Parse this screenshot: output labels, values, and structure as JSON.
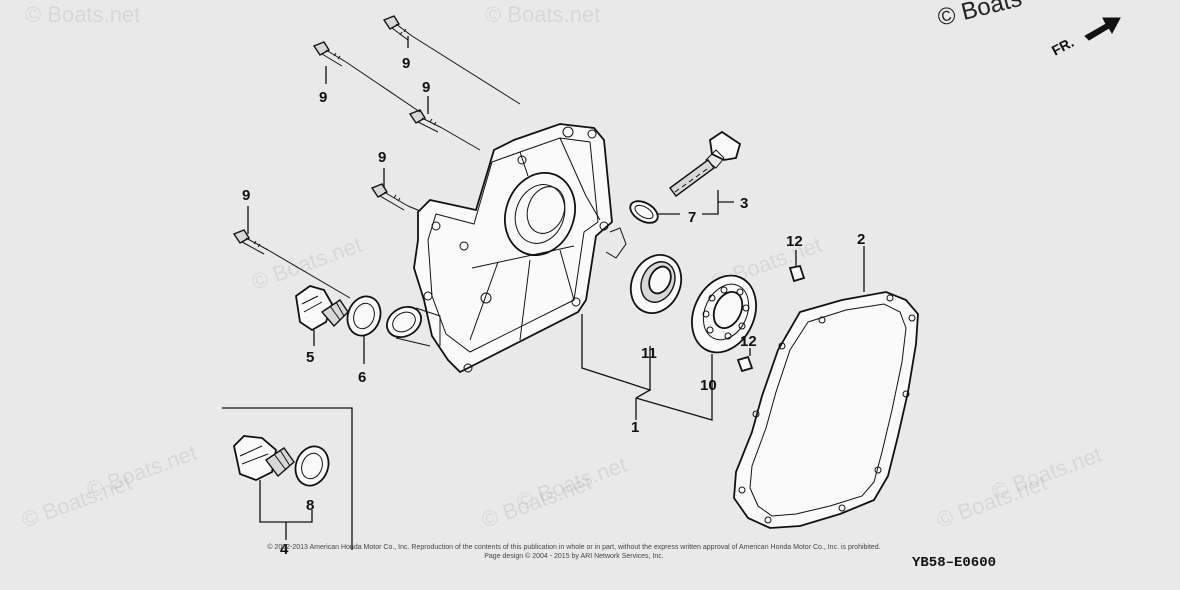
{
  "watermarks": [
    "© Boats.net",
    "© Boats.net",
    "© Boats.net",
    "© Boats.net",
    "© Boats.net",
    "© Boats.net",
    "© Boats.net",
    "© Boats.net",
    "© Boats.net",
    "© Boats.net"
  ],
  "corner_watermark": "© Boats",
  "direction_label": "FR.",
  "diagram_code": "YB58–E0600",
  "copyright_lines": [
    "© 2002-2013 American Honda Motor Co., Inc. Reproduction of the contents of this publication in whole or in part, without the express written approval of American Honda Motor Co., Inc. is prohibited.",
    "Page design © 2004 - 2015 by ARI Network Services, Inc."
  ],
  "callouts": {
    "c1": "1",
    "c2": "2",
    "c3": "3",
    "c4": "4",
    "c5": "5",
    "c6": "6",
    "c7": "7",
    "c8": "8",
    "c9a": "9",
    "c9b": "9",
    "c9c": "9",
    "c9d": "9",
    "c9e": "9",
    "c10": "10",
    "c11": "11",
    "c12a": "12",
    "c12b": "12"
  }
}
